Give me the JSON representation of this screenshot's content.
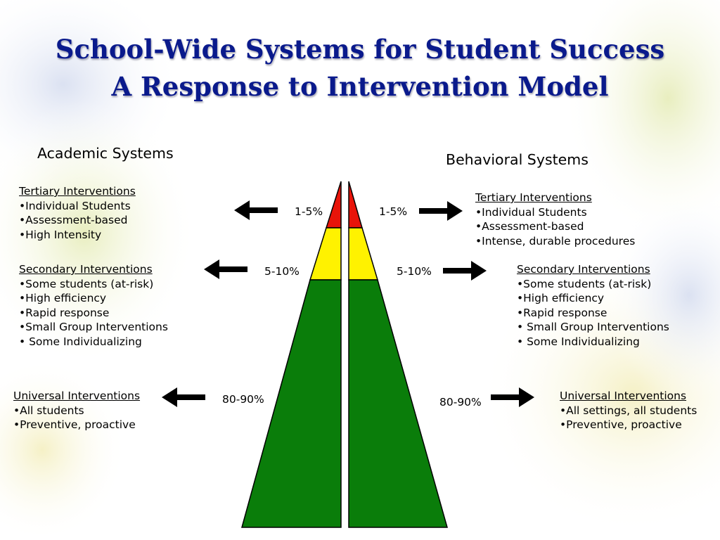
{
  "title": {
    "line1": "School-Wide Systems for Student Success",
    "line2": "A Response to Intervention Model"
  },
  "academic": {
    "heading": "Academic Systems",
    "tertiary": {
      "heading": "Tertiary Interventions",
      "items": [
        "•Individual Students",
        "•Assessment-based",
        "•High Intensity"
      ],
      "percent": "1-5%"
    },
    "secondary": {
      "heading": "Secondary Interventions",
      "items": [
        "•Some students (at-risk)",
        "•High efficiency",
        "•Rapid response",
        "•Small Group Interventions",
        "• Some Individualizing"
      ],
      "percent": "5-10%"
    },
    "universal": {
      "heading": "Universal Interventions",
      "items": [
        "•All students",
        "•Preventive,  proactive"
      ],
      "percent": "80-90%"
    }
  },
  "behavioral": {
    "heading": "Behavioral Systems",
    "tertiary": {
      "heading": "Tertiary Interventions",
      "items": [
        "•Individual Students",
        "•Assessment-based",
        "•Intense, durable procedures"
      ],
      "percent": "1-5%"
    },
    "secondary": {
      "heading": "Secondary Interventions",
      "items": [
        "•Some students (at-risk)",
        "•High efficiency",
        "•Rapid response",
        "• Small Group Interventions",
        "• Some Individualizing"
      ],
      "percent": "5-10%"
    },
    "universal": {
      "heading": "Universal Interventions",
      "items": [
        "•All settings, all students",
        "•Preventive,  proactive"
      ],
      "percent": "80-90%"
    }
  },
  "colors": {
    "tier_tertiary": "#e8140a",
    "tier_secondary": "#fff200",
    "tier_universal": "#0a7d0a",
    "title": "#0a1a8c"
  }
}
